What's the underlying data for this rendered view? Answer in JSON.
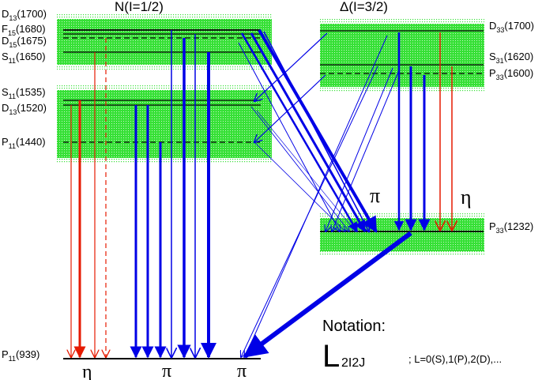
{
  "headers": {
    "nucleon": "N(I=1/2)",
    "delta": "Δ(I=3/2)"
  },
  "levels": {
    "d13_1700": {
      "main": "D",
      "sub": "13",
      "mass": "(1700)"
    },
    "f15_1680": {
      "main": "F",
      "sub": "15",
      "mass": "(1680)"
    },
    "d15_1675": {
      "main": "D",
      "sub": "15",
      "mass": "(1675)"
    },
    "s11_1650": {
      "main": "S",
      "sub": "11",
      "mass": "(1650)"
    },
    "s11_1535": {
      "main": "S",
      "sub": "11",
      "mass": "(1535)"
    },
    "d13_1520": {
      "main": "D",
      "sub": "13",
      "mass": "(1520)"
    },
    "p11_1440": {
      "main": "P",
      "sub": "11",
      "mass": "(1440)"
    },
    "p11_939": {
      "main": "P",
      "sub": "11",
      "mass": "(939)"
    },
    "d33_1700": {
      "main": "D",
      "sub": "33",
      "mass": "(1700)"
    },
    "s31_1620": {
      "main": "S",
      "sub": "31",
      "mass": "(1620)"
    },
    "p33_1600": {
      "main": "P",
      "sub": "33",
      "mass": "(1600)"
    },
    "p33_1232": {
      "main": "P",
      "sub": "33",
      "mass": "(1232)"
    }
  },
  "decay_labels": {
    "eta_bottom": "η",
    "pi_bottom_1": "π",
    "pi_bottom_2": "π",
    "pi_delta": "π",
    "eta_delta": "η"
  },
  "notation": {
    "title": "Notation:",
    "letter": "L",
    "subscript": "2I2J",
    "legend": "; L=0(S),1(P),2(D),..."
  },
  "colors": {
    "band": "#33e033",
    "blue": "#0000e6",
    "red": "#e61a00",
    "line": "#000000"
  }
}
